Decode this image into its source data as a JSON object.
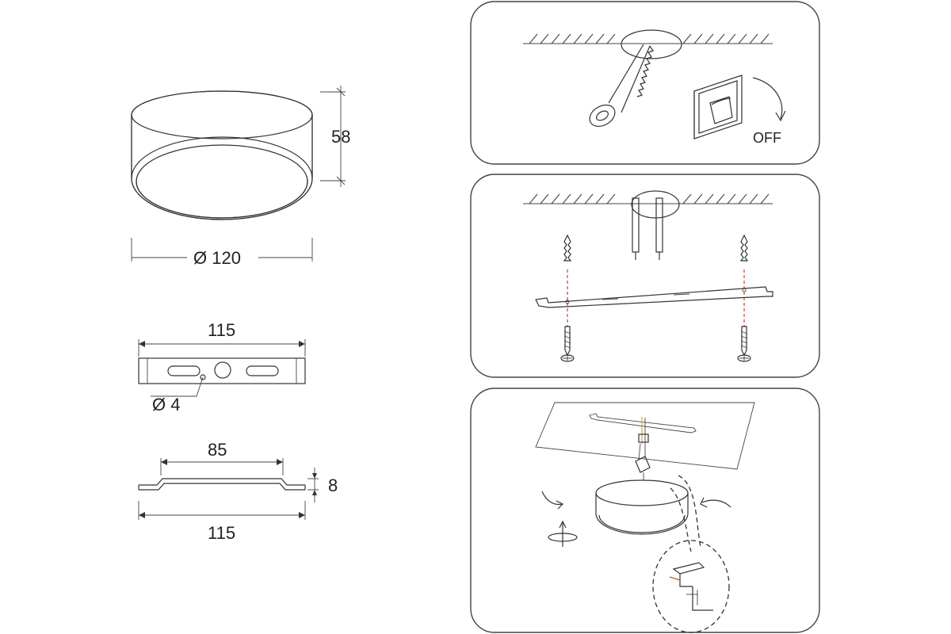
{
  "dimensions": {
    "height_label": "58",
    "diameter_label": "Ø 120",
    "plate_width_label": "115",
    "hole_label": "Ø 4",
    "bracket_inner_label": "85",
    "bracket_depth_label": "8",
    "bracket_width_label": "115"
  },
  "steps": {
    "step1_switch_label": "OFF"
  },
  "colors": {
    "line": "#333333",
    "panel_border": "#444444",
    "guide_red": "#e0463a",
    "wire_orange": "#e8a030"
  }
}
